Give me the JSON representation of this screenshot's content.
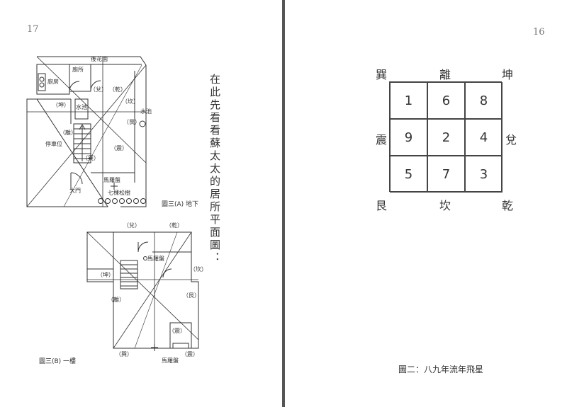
{
  "left_page": {
    "page_number": "17",
    "vertical_text": "在此先看看蘇太太的居所平面圖：",
    "plan_a": {
      "caption": "圖三(A) 地下",
      "back_garden": "後花園",
      "toilet": "廁所",
      "kitchen": "廚房",
      "water_pool_inner": "水池",
      "water_pool_right": "水池",
      "parking": "停車位",
      "main_door": "大門",
      "compass": "馬羅盤",
      "trees": "七棵松樹",
      "labels": {
        "dui": "（兌）",
        "qian": "（乾）",
        "kan": "（坎）",
        "kun": "（坤）",
        "gen": "（艮）",
        "li": "（離）",
        "zhen": "（震）",
        "xun": "（巽）"
      }
    },
    "plan_b": {
      "caption": "圖三(B) 一樓",
      "compass": "馬羅盤",
      "compass_inner": "馬羅盤",
      "labels": {
        "dui": "（兌）",
        "qian": "（乾）",
        "kan": "（坎）",
        "kun": "（坤）",
        "gen": "（艮）",
        "li": "（離）",
        "zhen": "（震）",
        "xun": "（巽）"
      }
    }
  },
  "right_page": {
    "page_number": "16",
    "trigrams": {
      "xun": "巽",
      "li": "離",
      "kun": "坤",
      "zhen": "震",
      "dui": "兌",
      "gen": "艮",
      "kan": "坎",
      "qian": "乾"
    },
    "grid": [
      [
        "1",
        "6",
        "8"
      ],
      [
        "9",
        "2",
        "4"
      ],
      [
        "5",
        "7",
        "3"
      ]
    ],
    "caption": "圖二：八九年流年飛星"
  }
}
